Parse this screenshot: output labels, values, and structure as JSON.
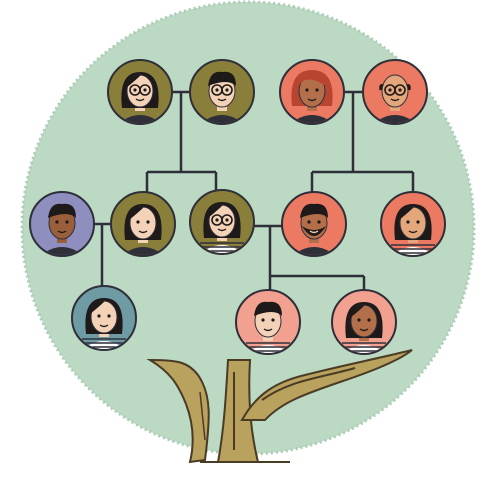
{
  "colors": {
    "canopy": "#bcd9c4",
    "canopy_edge": "#a9cdb4",
    "line": "#2f2f3a",
    "olive": "#8a7f3a",
    "coral": "#ec7a62",
    "salmon": "#f2a08f",
    "slate_blue": "#8e8fbf",
    "teal": "#6f9ba4",
    "trunk": "#b9a15e",
    "trunk_dark": "#4a3b25"
  },
  "people": [
    {
      "id": "gp1",
      "generation": 1,
      "bg": "olive",
      "hair": "long-dark",
      "glasses": true,
      "skin": "#f4d2b8"
    },
    {
      "id": "gp2",
      "generation": 1,
      "bg": "olive",
      "hair": "short-dark",
      "glasses": true,
      "skin": "#f4d2b8"
    },
    {
      "id": "gp3",
      "generation": 1,
      "bg": "coral",
      "hair": "curly-red",
      "glasses": false,
      "skin": "#b26f4a"
    },
    {
      "id": "gp4",
      "generation": 1,
      "bg": "coral",
      "hair": "bald",
      "glasses": true,
      "skin": "#e3a77b"
    },
    {
      "id": "p1",
      "generation": 2,
      "bg": "slate_blue",
      "hair": "short-dark",
      "glasses": false,
      "skin": "#9a5e3a"
    },
    {
      "id": "p2",
      "generation": 2,
      "bg": "olive",
      "hair": "long-dark",
      "glasses": false,
      "skin": "#f4d2b8"
    },
    {
      "id": "p3",
      "generation": 2,
      "bg": "olive",
      "hair": "curly-dark",
      "glasses": true,
      "skin": "#f4d2b8"
    },
    {
      "id": "p4",
      "generation": 2,
      "bg": "coral",
      "hair": "short-dark-beard",
      "glasses": false,
      "skin": "#b26f4a"
    },
    {
      "id": "p5",
      "generation": 2,
      "bg": "coral",
      "hair": "long-dark",
      "glasses": false,
      "skin": "#e3a77b"
    },
    {
      "id": "c1",
      "generation": 3,
      "bg": "teal",
      "hair": "bob-dark",
      "glasses": false,
      "skin": "#f4d2b8"
    },
    {
      "id": "c2",
      "generation": 3,
      "bg": "salmon",
      "hair": "short-dark",
      "glasses": false,
      "skin": "#f4d2b8"
    },
    {
      "id": "c3",
      "generation": 3,
      "bg": "salmon",
      "hair": "long-dark",
      "glasses": false,
      "skin": "#b26f4a"
    }
  ],
  "relations": [
    {
      "type": "couple",
      "a": "gp1",
      "b": "gp2",
      "children": [
        "p2",
        "p3"
      ]
    },
    {
      "type": "couple",
      "a": "gp3",
      "b": "gp4",
      "children": [
        "p4",
        "p5"
      ]
    },
    {
      "type": "couple",
      "a": "p1",
      "b": "p2",
      "children": [
        "c1"
      ]
    },
    {
      "type": "couple",
      "a": "p3",
      "b": "p4",
      "children": [
        "c2",
        "c3"
      ]
    }
  ]
}
